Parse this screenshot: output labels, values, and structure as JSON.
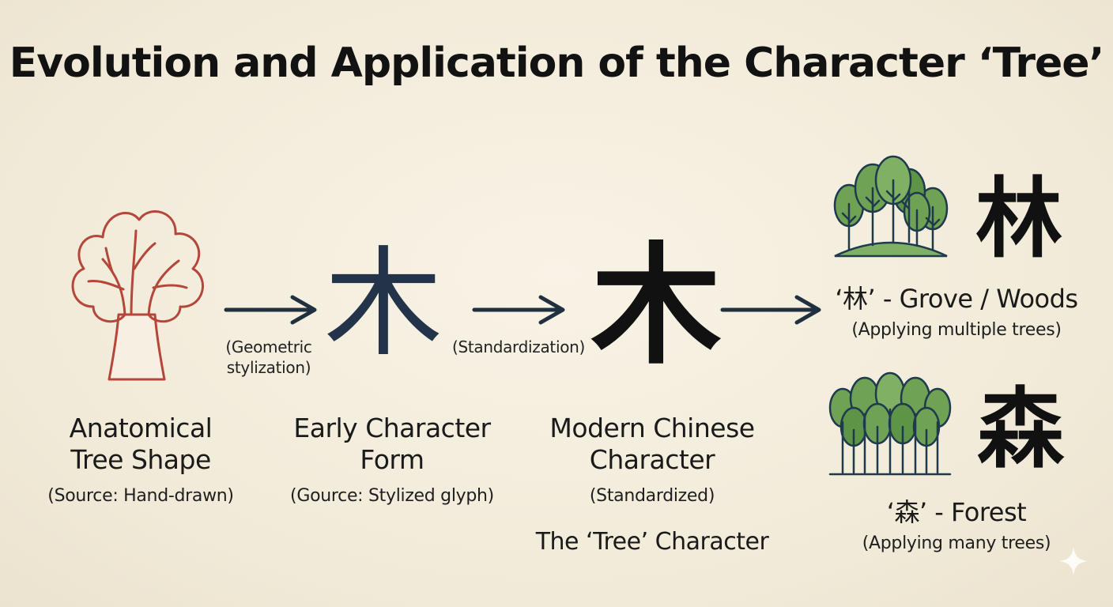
{
  "title": "Evolution and Application of the Character ‘Tree’",
  "stages": [
    {
      "label_line1": "Anatomical",
      "label_line2": "Tree Shape",
      "source": "(Source: Hand-drawn)",
      "color": "#b5473a"
    },
    {
      "glyph": "木",
      "label_line1": "Early Character",
      "label_line2": "Form",
      "source": "(Gource: Stylized glyph)",
      "color": "#23344a"
    },
    {
      "glyph": "木",
      "label_line1": "Modern Chinese",
      "label_line2": "Character",
      "source": "(Standardized)",
      "caption": "The ‘Tree’ Character",
      "color": "#111111"
    }
  ],
  "transitions": [
    {
      "line1": "(Geometric",
      "line2": "stylization)"
    },
    {
      "line1": "(Standardization)"
    }
  ],
  "applications": [
    {
      "glyph": "林",
      "label": "‘林’ - Grove / Woods",
      "description": "(Applying multiple trees)"
    },
    {
      "glyph": "森",
      "label": "‘森’ - Forest",
      "description": "(Applying many trees)"
    }
  ],
  "colors": {
    "tree_green": "#6fa254",
    "tree_outline": "#1f3a4d",
    "arrow": "#20303f",
    "hill": "#7fb063"
  }
}
